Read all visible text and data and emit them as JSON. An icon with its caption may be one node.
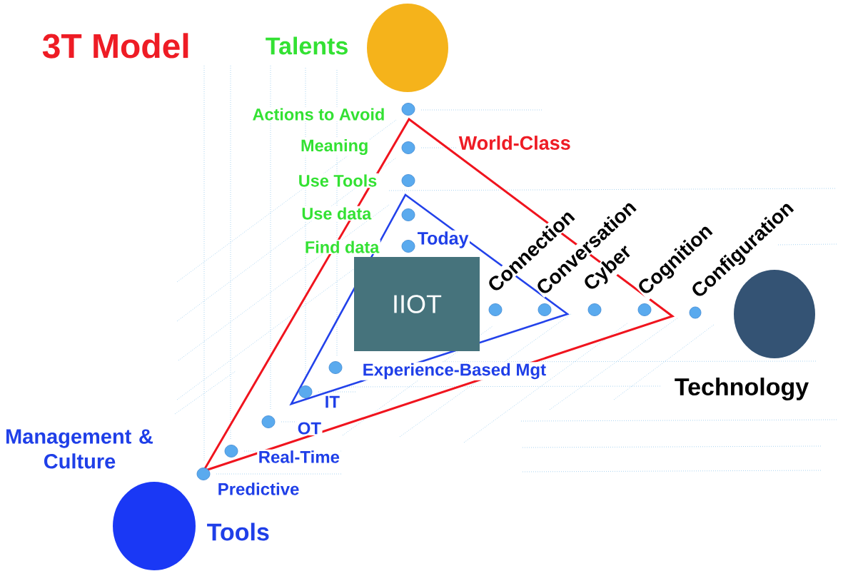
{
  "diagram": {
    "title": "3T Model",
    "nodes": [
      {
        "text": [],
        "shape": "circle",
        "beside": [
          "Talents"
        ]
      },
      {
        "text": [],
        "shape": "circle",
        "beside": [
          "Actions to Avoid"
        ]
      },
      {
        "text": [
          "World-Class"
        ]
      },
      {
        "text": [],
        "shape": "circle",
        "beside": [
          "Meaning"
        ],
        "in": 2
      },
      {
        "text": [],
        "shape": "circle",
        "beside": [
          "Use Tools"
        ],
        "in": 2
      },
      {
        "text": [
          "Today"
        ],
        "in": 2
      },
      {
        "text": [],
        "shape": "circle",
        "beside": [
          "Use data"
        ],
        "in": 5
      },
      {
        "text": [],
        "shape": "circle",
        "in": 5
      },
      {
        "text": [
          "IIOT"
        ],
        "in": 5
      },
      {
        "text": [],
        "shape": "circle",
        "beside": [
          "Connection"
        ],
        "in": 5
      },
      {
        "text": [],
        "shape": "circle",
        "beside": [
          "Conversation"
        ],
        "in": 5
      },
      {
        "text": [],
        "shape": "circle",
        "beside": [
          "Cyber"
        ],
        "in": 2
      },
      {
        "text": [],
        "shape": "circle",
        "beside": [
          "Cognition"
        ],
        "in": 2
      },
      {
        "text": [],
        "shape": "circle",
        "beside": [
          "Configuration"
        ]
      },
      {
        "text": [],
        "shape": "circle",
        "beside": [
          "Technology"
        ]
      },
      {
        "text": [],
        "shape": "circle",
        "beside": [
          "Experience-Based Mgt"
        ],
        "in": 5
      },
      {
        "text": [],
        "shape": "circle",
        "beside": [
          "IT"
        ],
        "in": 5
      },
      {
        "text": [],
        "shape": "circle",
        "beside": [
          "OT"
        ],
        "in": 2
      },
      {
        "text": [],
        "shape": "circle",
        "beside": [
          "Real-Time"
        ],
        "in": 2
      },
      {
        "text": [],
        "shape": "circle",
        "beside": [
          "Predictive"
        ]
      },
      {
        "text": [],
        "shape": "circle",
        "beside": [
          "Tools"
        ]
      }
    ],
    "labels": [
      "Find data",
      "Management & Culture"
    ]
  }
}
